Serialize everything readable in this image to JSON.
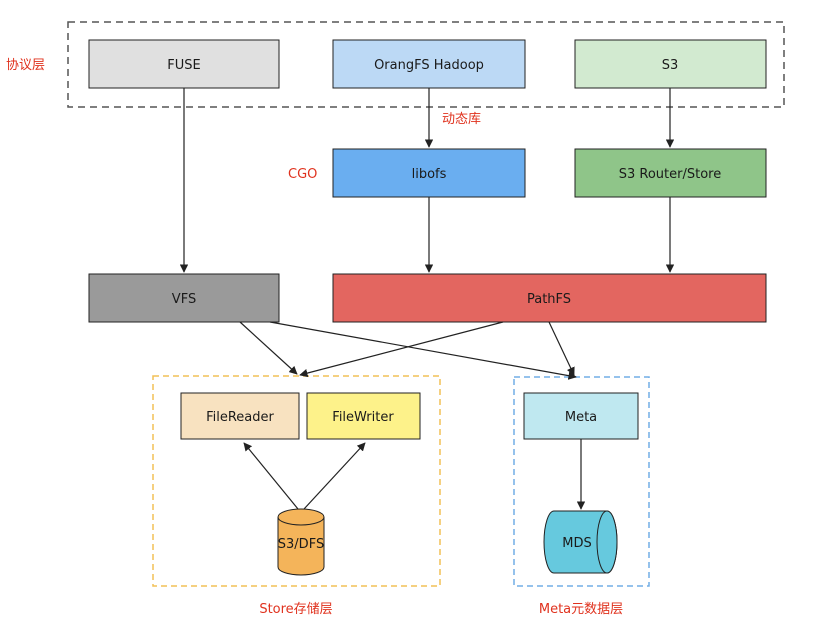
{
  "layers": {
    "protocol": "协议层",
    "store": "Store存储层",
    "meta": "Meta元数据层"
  },
  "annotations": {
    "dynamic_lib": "动态库",
    "cgo": "CGO"
  },
  "nodes": {
    "fuse": "FUSE",
    "orangfs_hadoop": "OrangFS Hadoop",
    "s3": "S3",
    "libofs": "libofs",
    "s3_router": "S3 Router/Store",
    "vfs": "VFS",
    "pathfs": "PathFS",
    "file_reader": "FileReader",
    "file_writer": "FileWriter",
    "meta": "Meta",
    "s3_dfs": "S3/DFS",
    "mds": "MDS"
  },
  "colors": {
    "fuse": "#e0e0e0",
    "orangfs_hadoop": "#bcd9f5",
    "s3": "#d2ead0",
    "libofs": "#6aaef0",
    "s3_router": "#8fc589",
    "vfs": "#9a9a9a",
    "pathfs": "#e36660",
    "file_reader": "#f8e2c0",
    "file_writer": "#fdf28a",
    "meta": "#bfe8f0",
    "s3_dfs": "#f4b45a",
    "mds": "#66c9de",
    "label_red": "#e0321e",
    "dash_gray": "#555555",
    "dash_orange": "#f2c057",
    "dash_blue": "#72aee6"
  }
}
